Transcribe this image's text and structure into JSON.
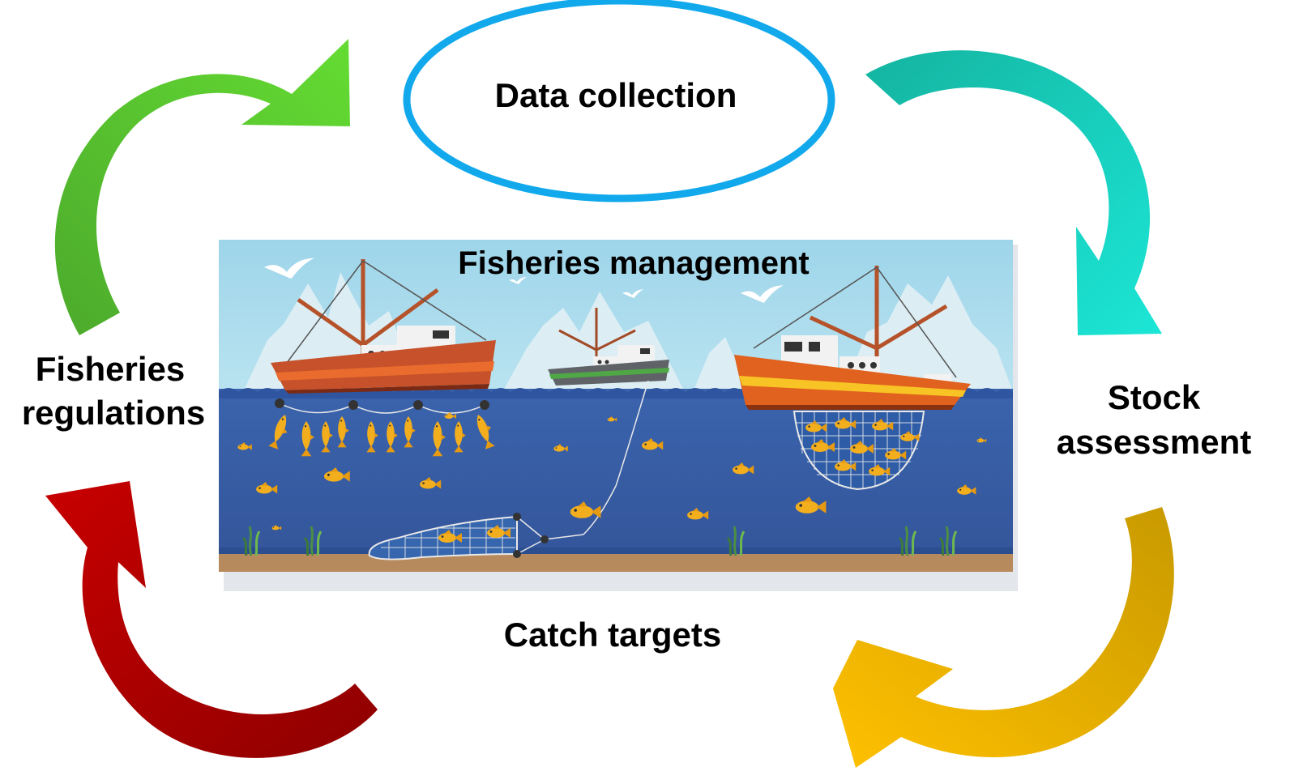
{
  "title": "Fisheries management",
  "stages": {
    "data_collection": "Data collection",
    "stock_assessment_line1": "Stock",
    "stock_assessment_line2": "assessment",
    "catch_targets": "Catch targets",
    "regulations_line1": "Fisheries",
    "regulations_line2": "regulations"
  },
  "colors": {
    "ellipse_stroke": "#11A9EC",
    "arrow_data_to_stock_start": "#14B4A0",
    "arrow_data_to_stock_end": "#1CE6D6",
    "arrow_stock_to_catch_start": "#C89A00",
    "arrow_stock_to_catch_end": "#FFC000",
    "arrow_catch_to_regs_start": "#8E0000",
    "arrow_catch_to_regs_end": "#C80000",
    "arrow_regs_to_data_start": "#4CAA2C",
    "arrow_regs_to_data_end": "#64DC32",
    "sky": "#A6DAEA",
    "sea": "#3B5FA3",
    "seabed": "#B78A5E",
    "fish": "#F3AE1E"
  },
  "icons": [
    "fishing-boat-icon",
    "fish-icon",
    "seagull-icon",
    "fishing-net-icon",
    "seaweed-icon",
    "iceberg-icon"
  ]
}
